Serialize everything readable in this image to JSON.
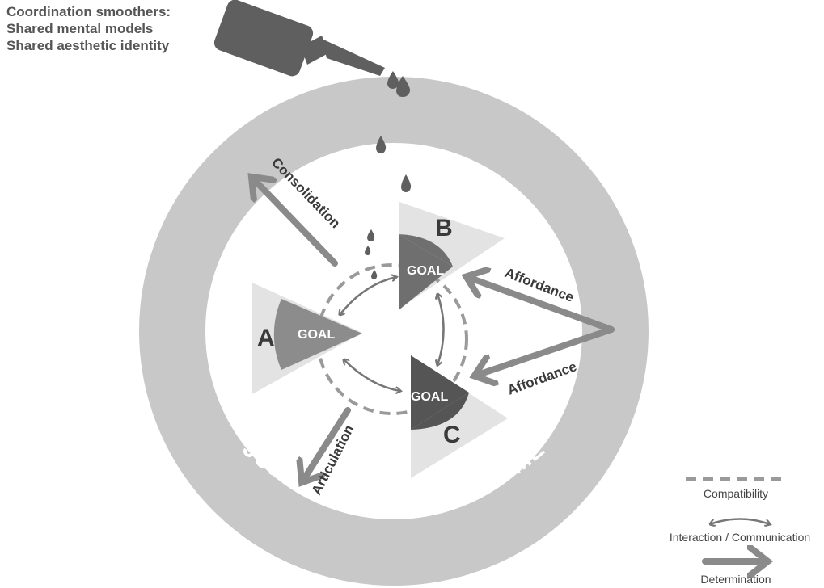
{
  "coordination_smoothers": {
    "title": "Coordination smoothers:",
    "items": [
      "Shared mental models",
      "Shared aesthetic identity"
    ]
  },
  "players": {
    "a": {
      "label": "A",
      "goal": "GOAL"
    },
    "b": {
      "label": "B",
      "goal": "GOAL"
    },
    "c": {
      "label": "C",
      "goal": "GOAL"
    }
  },
  "arrows": {
    "consolidation": "Consolidation",
    "affordance_top": "Affordance",
    "affordance_bottom": "Affordance",
    "articulation": "Articulation"
  },
  "outcome_ring": {
    "label": "JOINT MUSICAL OUTCOME"
  },
  "legend": {
    "compatibility": "Compatibility",
    "interaction": "Interaction / Communication",
    "determination": "Determination"
  },
  "colors": {
    "ring": "#c8c8c8",
    "light_cone": "#e3e3e3",
    "goal_a": "#8c8c8c",
    "goal_b": "#6f6f6f",
    "goal_c": "#555555",
    "arrow": "#8a8a8a",
    "bottle": "#5f5f5f"
  }
}
